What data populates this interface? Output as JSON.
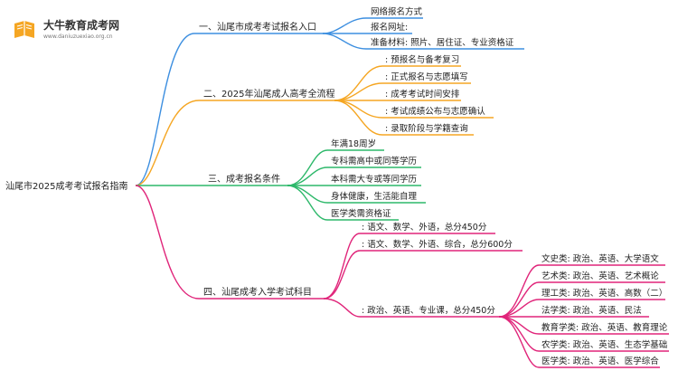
{
  "logo": {
    "title": "大牛教育成考网",
    "url": "www.daniuzuexiao.org.cn"
  },
  "colors": {
    "blue": "#3d8fe0",
    "orange": "#f5a623",
    "green": "#2db86a",
    "magenta": "#e0257a"
  },
  "root": "汕尾市2025成考考试报名指南",
  "branches": [
    {
      "label": "一、汕尾市成考考试报名入口",
      "leaves": [
        "网络报名方式",
        "报名网址:",
        "准备材料: 照片、居住证、专业资格证"
      ]
    },
    {
      "label": "二、2025年汕尾成人高考全流程",
      "leaves": [
        ": 预报名与备考复习",
        ": 正式报名与志愿填写",
        ": 成考考试时间安排",
        ": 考试成绩公布与志愿确认",
        ": 录取阶段与学籍查询"
      ]
    },
    {
      "label": "三、成考报名条件",
      "leaves": [
        "年满18周岁",
        "专科需高中或同等学历",
        "本科需大专或等同学历",
        "身体健康，生活能自理",
        "医学类需资格证"
      ]
    },
    {
      "label": "四、汕尾成考入学考试科目",
      "leaves": [
        ": 语文、数学、外语，总分450分",
        ": 语文、数学、外语、综合，总分600分",
        ": 政治、英语、专业课，总分450分"
      ],
      "sub_leaves": [
        "文史类: 政治、英语、大学语文",
        "艺术类: 政治、英语、艺术概论",
        "理工类: 政治、英语、高数（二）",
        "法学类: 政治、英语、民法",
        "教育学类: 政治、英语、教育理论",
        "农学类: 政治、英语、生态学基础",
        "医学类: 政治、英语、医学综合"
      ]
    }
  ]
}
